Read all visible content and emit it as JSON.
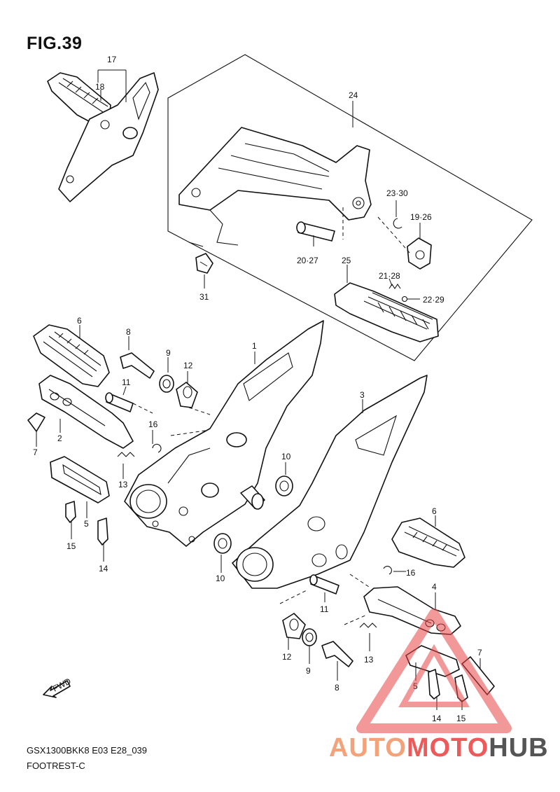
{
  "figure": {
    "title": "FIG.39",
    "model_code": "GSX1300BKK8 E03 E28_039",
    "section_name": "FOOTREST-C",
    "fwd_label": "FWD"
  },
  "callouts": {
    "c1": "1",
    "c2": "2",
    "c3": "3",
    "c4": "4",
    "c5a": "5",
    "c5b": "5",
    "c6a": "6",
    "c6b": "6",
    "c7a": "7",
    "c7b": "7",
    "c8a": "8",
    "c8b": "8",
    "c9a": "9",
    "c9b": "9",
    "c10a": "10",
    "c10b": "10",
    "c11a": "11",
    "c11b": "11",
    "c12a": "12",
    "c12b": "12",
    "c13a": "13",
    "c13b": "13",
    "c14a": "14",
    "c14b": "14",
    "c15a": "15",
    "c15b": "15",
    "c16a": "16",
    "c16b": "16",
    "c17": "17",
    "c18": "18",
    "c19_26": "19·26",
    "c20_27": "20·27",
    "c21_28": "21·28",
    "c22_29": "22·29",
    "c23_30": "23·30",
    "c24": "24",
    "c25": "25",
    "c31": "31"
  },
  "watermark": {
    "auto": "AUTO",
    "moto": "MOTO",
    "hub": "HUB",
    "colors": {
      "auto": "#f3a27a",
      "moto": "#ee5a5a",
      "hub": "#555555",
      "triangle": "#e84545"
    }
  }
}
